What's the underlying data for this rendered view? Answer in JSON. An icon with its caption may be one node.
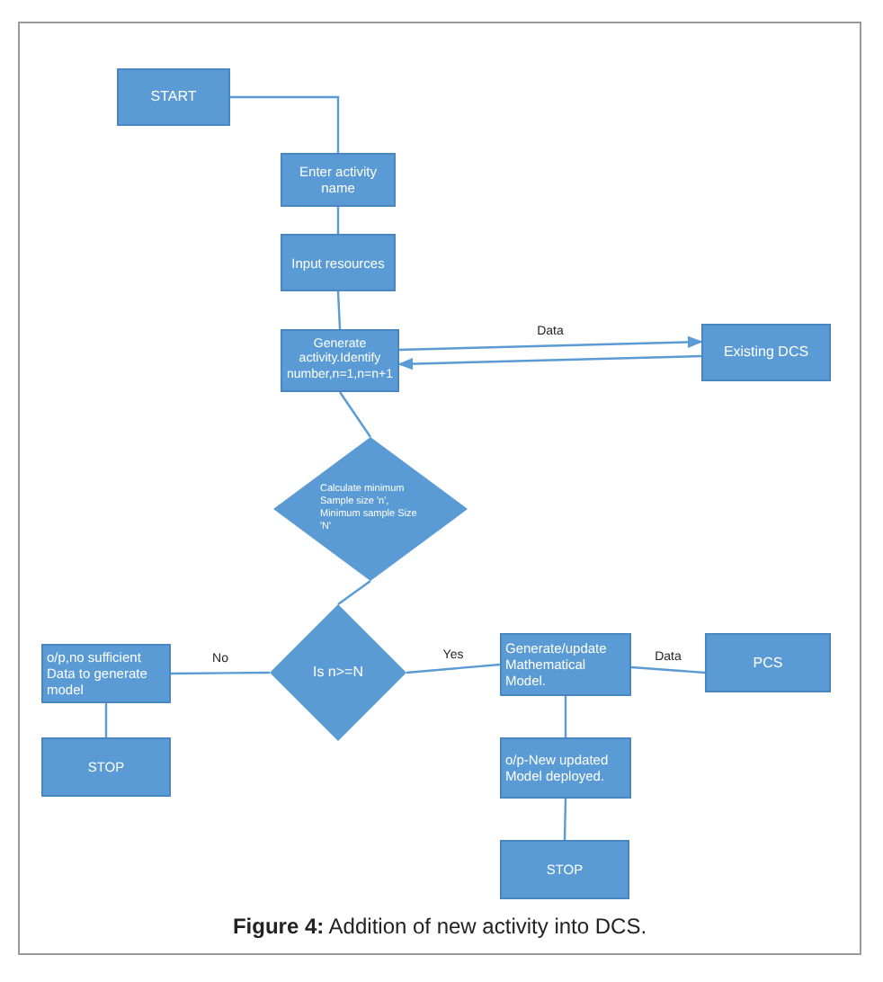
{
  "diagram": {
    "caption": "**Figure 4:** Addition of new activity into DCS.",
    "nodes": [
      {
        "text": [
          "START"
        ]
      },
      {
        "text": [
          "Enter activity name"
        ]
      },
      {
        "text": [
          "Input resources"
        ]
      },
      {
        "text": [
          "Generate activity.Identify number,n=1,n=n+1"
        ]
      },
      {
        "text": [
          "Existing DCS"
        ]
      },
      {
        "text": [
          "Calculate minimum Sample size 'n', Minimum sample Size 'N'"
        ]
      },
      {
        "text": [
          "o/p,no sufficient Data to generate model"
        ]
      },
      {
        "text": [
          "Is n>=N"
        ]
      },
      {
        "text": [
          "Generate/update Mathematical Model."
        ]
      },
      {
        "text": [
          "PCS"
        ]
      },
      {
        "text": [
          "STOP"
        ]
      },
      {
        "text": [
          "o/p-New updated Model deployed."
        ]
      },
      {
        "text": [
          "STOP"
        ]
      }
    ],
    "edges": [
      {
        "from": 0,
        "to": 1,
        "arrow": "none"
      },
      {
        "from": 1,
        "to": 2,
        "arrow": "none"
      },
      {
        "from": 2,
        "to": 3,
        "arrow": "none"
      },
      {
        "from": 3,
        "to": 4,
        "arrow": "to",
        "label": "Data"
      },
      {
        "from": 4,
        "to": 3,
        "arrow": "to"
      },
      {
        "from": 3,
        "to": 5,
        "arrow": "none"
      },
      {
        "from": 5,
        "to": 7,
        "arrow": "none"
      },
      {
        "from": 7,
        "to": 6,
        "arrow": "none",
        "label": "No"
      },
      {
        "from": 7,
        "to": 8,
        "arrow": "none",
        "label": "Yes"
      },
      {
        "from": 8,
        "to": 9,
        "arrow": "none",
        "label": "Data"
      },
      {
        "from": 6,
        "to": 10,
        "arrow": "none"
      },
      {
        "from": 8,
        "to": 11,
        "arrow": "none"
      },
      {
        "from": 11,
        "to": 12,
        "arrow": "none"
      }
    ]
  }
}
